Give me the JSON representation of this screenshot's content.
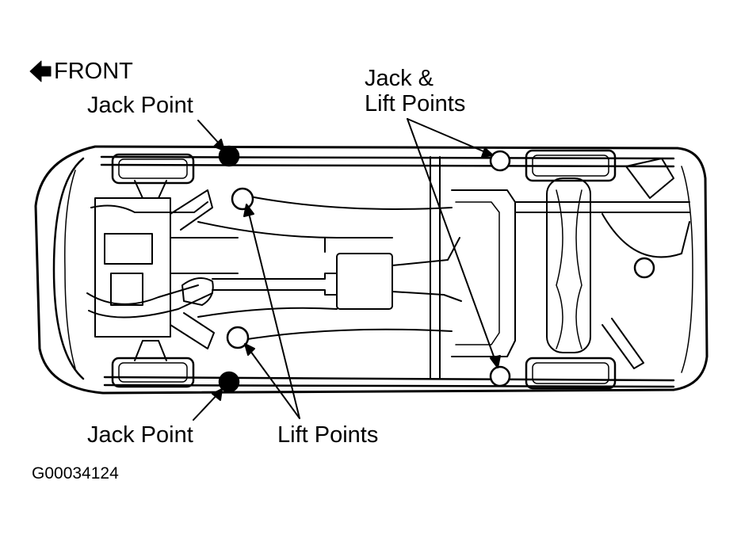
{
  "diagram": {
    "front_label": "FRONT",
    "labels": {
      "jack_point_top": "Jack Point",
      "jack_point_bottom": "Jack Point",
      "jack_lift_line1": "Jack &",
      "jack_lift_line2": "Lift Points",
      "lift_points": "Lift Points"
    },
    "figure_id": "G00034124",
    "marker_types": {
      "jack_point": "filled-circle",
      "lift_point": "open-circle"
    }
  }
}
